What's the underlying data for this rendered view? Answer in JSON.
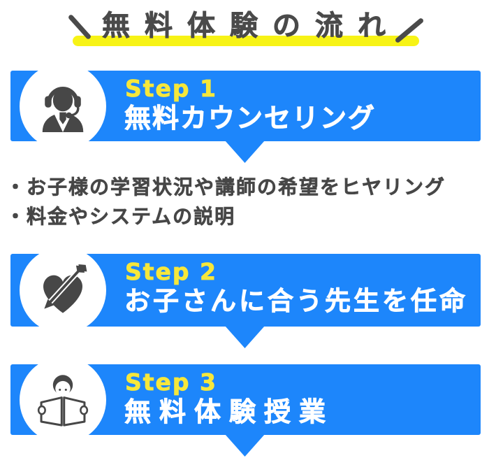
{
  "title": {
    "text": "無料体験の流れ",
    "left_slash": "＼",
    "right_slash": "／"
  },
  "steps": [
    {
      "label": "Step 1",
      "heading": "無料カウンセリング",
      "icon": "call-center-agent-icon"
    },
    {
      "label": "Step 2",
      "heading": "お子さんに合う先生を任命",
      "icon": "heart-with-arrow-icon"
    },
    {
      "label": "Step 3",
      "heading": "無料体験授業",
      "icon": "person-reading-book-icon"
    }
  ],
  "notes": [
    "・お子様の学習状況や講師の希望をヒヤリング",
    "・料金やシステムの説明"
  ],
  "colors": {
    "banner_blue": "#1D86FB",
    "step_label_yellow": "#F6E73B",
    "title_highlight_yellow": "#F7F316",
    "dark_gray_text": "#474747",
    "heading_white": "#FFFFFF"
  }
}
